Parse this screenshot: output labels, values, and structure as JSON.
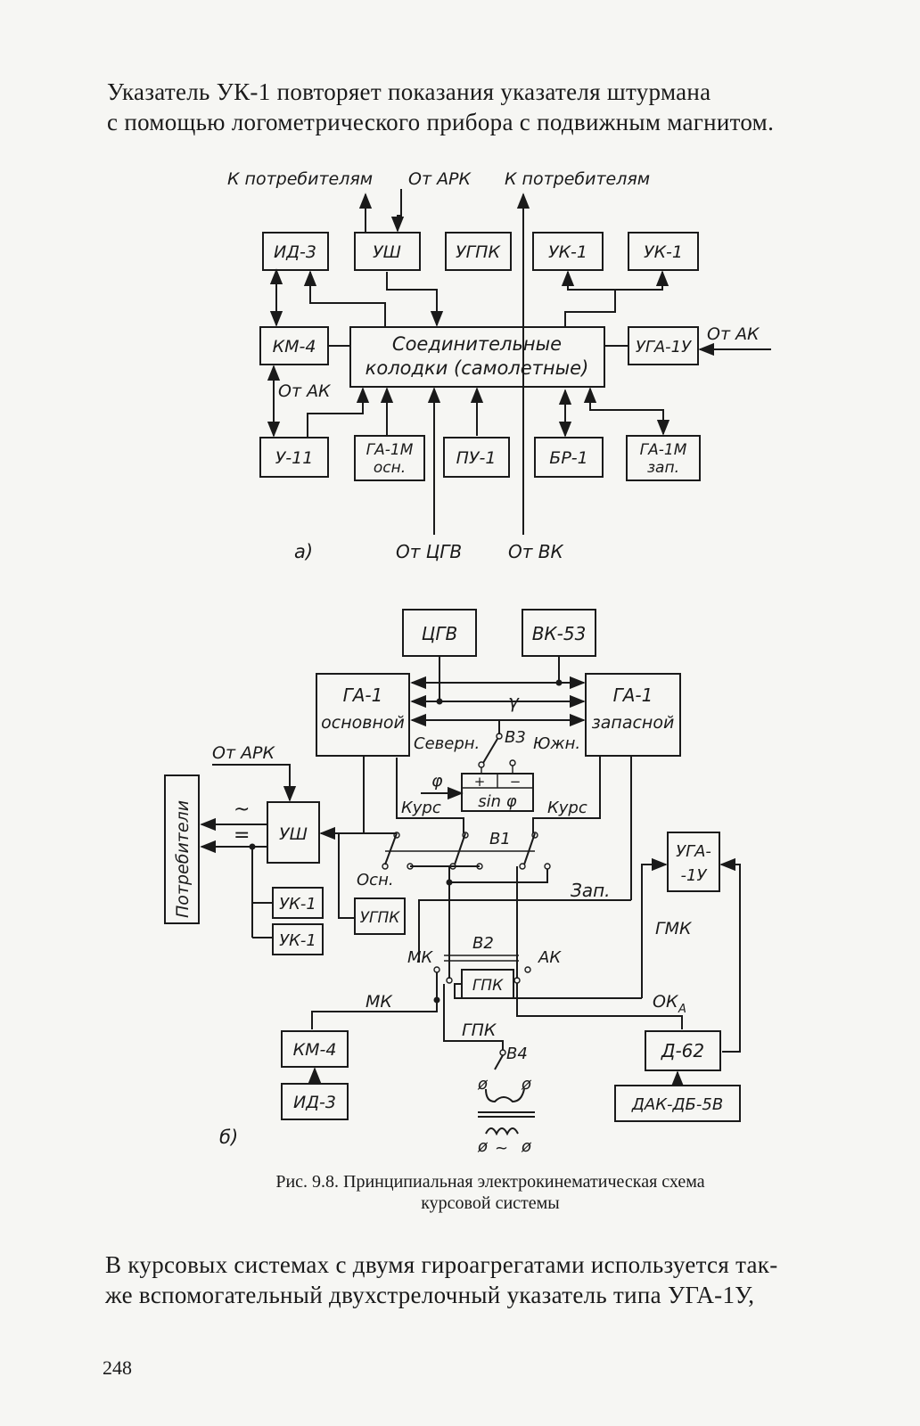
{
  "text": {
    "para1_line1": "Указатель УК-1 повторяет показания указателя штурмана",
    "para1_line2": "с помощью логометрического прибора с подвижным магнитом.",
    "caption_line1": "Рис. 9.8. Принципиальная электрокинематическая схема",
    "caption_line2": "курсовой системы",
    "para2_line1": "В курсовых системах с двумя гироагрегатами используется так-",
    "para2_line2": "же вспомогательный двухстрелочный указатель типа УГА-1У,",
    "page_number": "248"
  },
  "diagram_a": {
    "top_consumers_left": "К потребителям",
    "top_from_ark": "От АРК",
    "top_consumers_right": "К потребителям",
    "from_ak_right": "От АК",
    "from_ak_left": "От АК",
    "bottom_from_cgv": "От ЦГВ",
    "bottom_from_vk": "От ВК",
    "label": "а)",
    "blocks": {
      "id3": "ИД-3",
      "ush": "УШ",
      "ugpk": "УГПК",
      "uk1_a": "УК-1",
      "uk1_b": "УК-1",
      "km4": "КМ-4",
      "connectors_line1": "Соединительные",
      "connectors_line2": "колодки (самолетные)",
      "uga1u": "УГА-1У",
      "u11": "У-11",
      "ga1m_main_line1": "ГА-1М",
      "ga1m_main_line2": "осн.",
      "pu1": "ПУ-1",
      "br1": "БР-1",
      "ga1m_spare_line1": "ГА-1М",
      "ga1m_spare_line2": "зап."
    }
  },
  "diagram_b": {
    "label": "б)",
    "from_ark": "От АРК",
    "consumers": "Потребители",
    "ac_sign": "~",
    "dc_sign": "=",
    "gamma": "γ",
    "northern": "Северн.",
    "southern": "Южн.",
    "v3": "В3",
    "phi": "φ",
    "plus": "+",
    "minus": "−",
    "sin_phi": "sin φ",
    "course_left": "Курс",
    "course_right": "Курс",
    "v1": "В1",
    "osn": "Осн.",
    "zap": "Зап.",
    "gmk": "ГМК",
    "v2": "В2",
    "mk_switch": "МК",
    "ak_switch": "АК",
    "mk_line": "МК",
    "ok_a": "ОК",
    "ok_a_sub": "А",
    "gpk_line": "ГПК",
    "v4": "В4",
    "blocks": {
      "cgv": "ЦГВ",
      "vk53": "ВК-53",
      "ga1_main_line1": "ГА-1",
      "ga1_main_line2": "основной",
      "ga1_spare_line1": "ГА-1",
      "ga1_spare_line2": "запасной",
      "ush": "УШ",
      "uk1_a": "УК-1",
      "uk1_b": "УК-1",
      "ugpk": "УГПК",
      "uga1u_line1": "УГА-",
      "uga1u_line2": "-1У",
      "gpk": "ГПК",
      "km4": "КМ-4",
      "id3": "ИД-3",
      "d62": "Д-62",
      "dak": "ДАК-ДБ-5В"
    }
  }
}
